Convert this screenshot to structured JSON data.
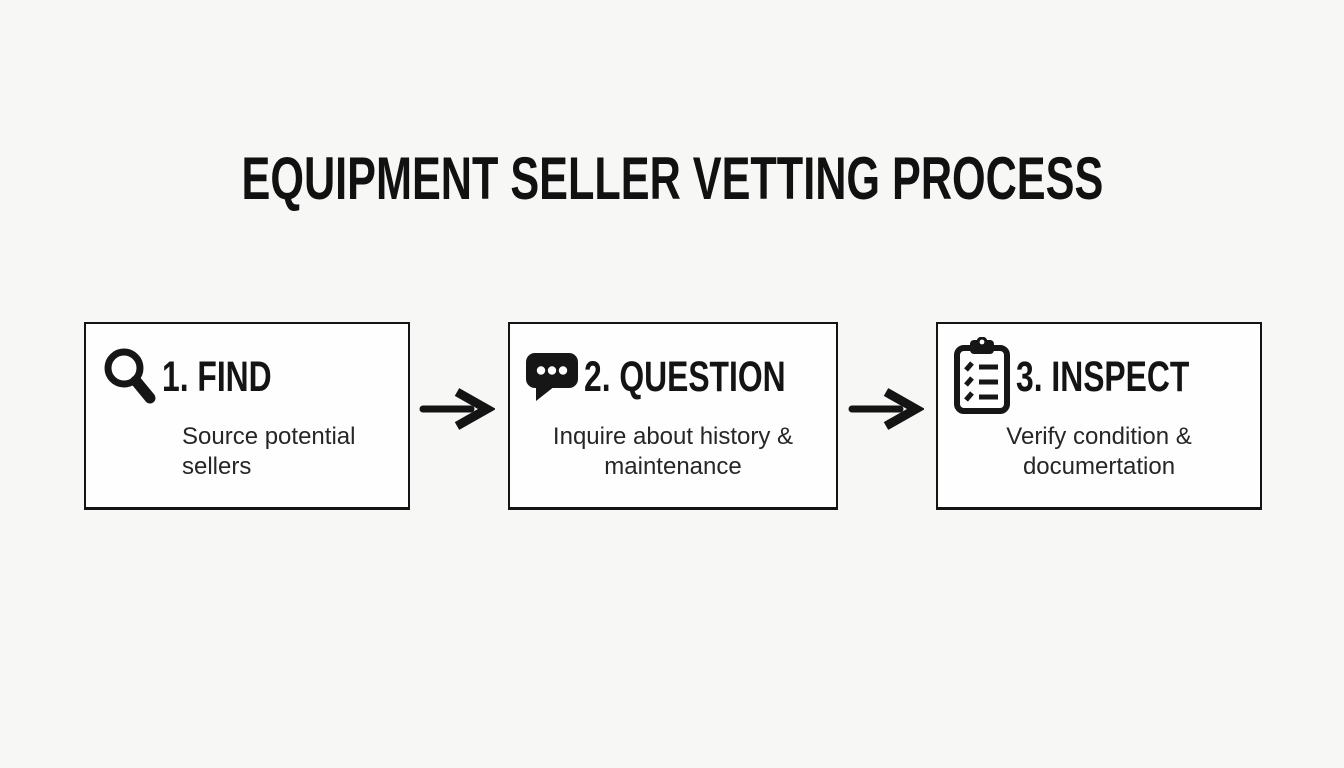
{
  "title": "EQUIPMENT SELLER VETTING PROCESS",
  "colors": {
    "background": "#f7f7f5",
    "ink": "#161616",
    "box_background": "#fefefe",
    "box_border": "#141414"
  },
  "steps": [
    {
      "title": "1. FIND",
      "icon": "magnifier-icon",
      "description": "Source potential sellers"
    },
    {
      "title": "2. QUESTION",
      "icon": "speech-bubble-icon",
      "description": "Inquire about history & maintenance"
    },
    {
      "title": "3. INSPECT",
      "icon": "clipboard-checklist-icon",
      "description": "Verify condition & documertation"
    }
  ],
  "arrows": [
    {
      "name": "right-arrow"
    },
    {
      "name": "right-arrow"
    }
  ]
}
